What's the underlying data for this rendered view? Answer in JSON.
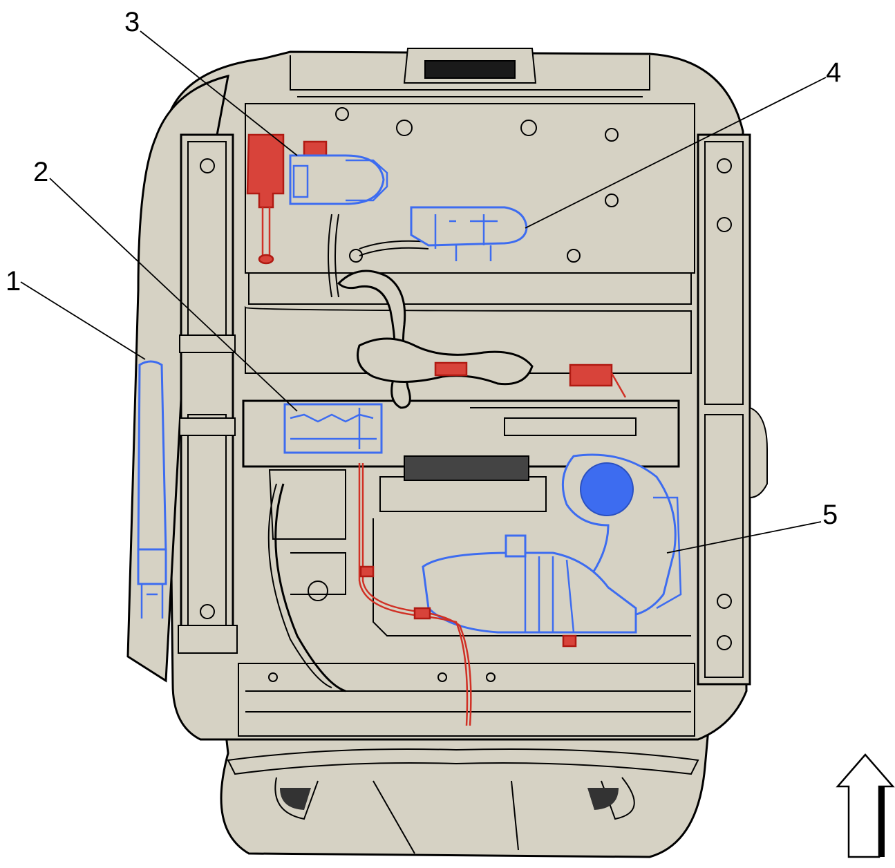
{
  "callouts": [
    {
      "id": "1",
      "label": "1"
    },
    {
      "id": "2",
      "label": "2"
    },
    {
      "id": "3",
      "label": "3"
    },
    {
      "id": "4",
      "label": "4"
    },
    {
      "id": "5",
      "label": "5"
    }
  ],
  "colors": {
    "seat_fill": "#d6d2c4",
    "highlight_blue": "#3d6cf0",
    "highlight_red": "#d03025",
    "outline": "#000000"
  },
  "icons": [
    "direction-arrow-icon"
  ]
}
